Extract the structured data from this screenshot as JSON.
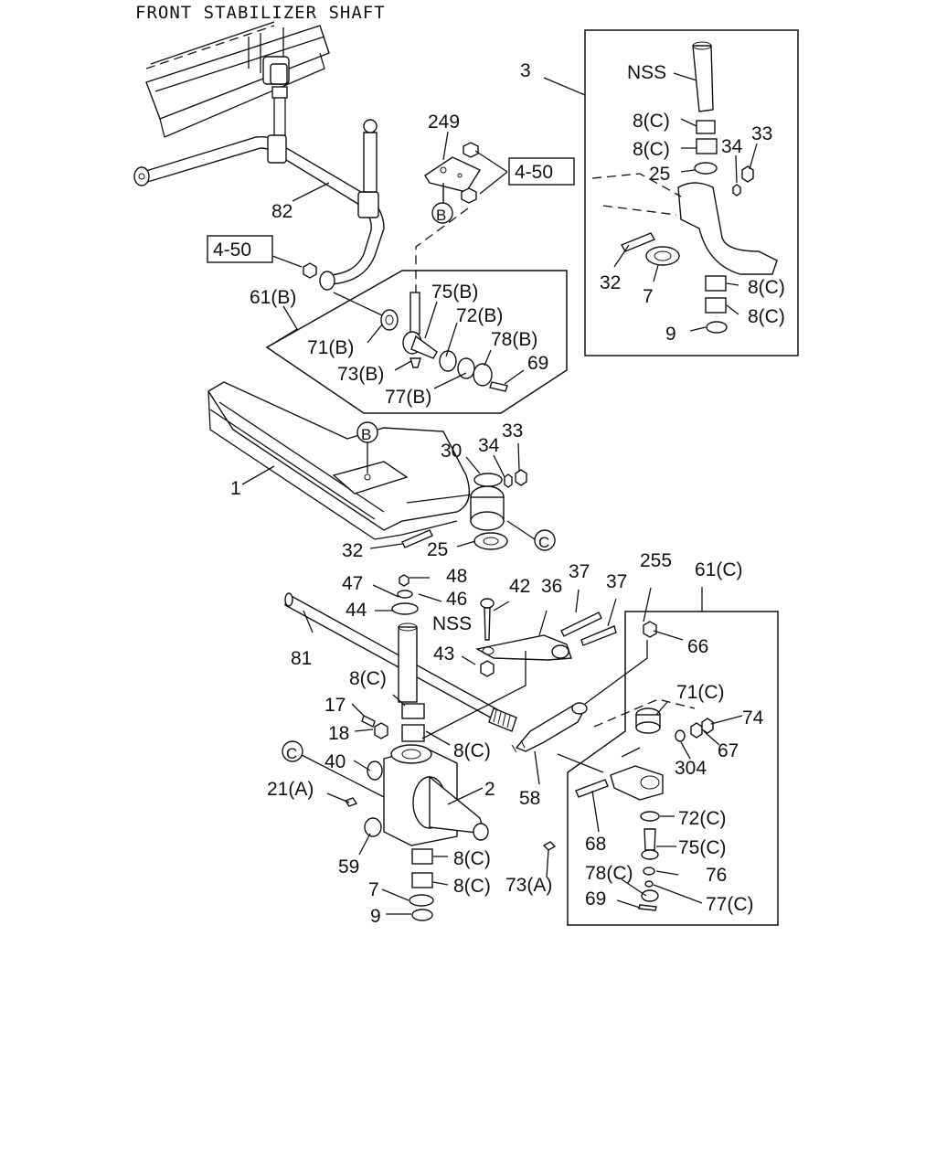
{
  "title": "FRONT STABILIZER SHAFT",
  "labels": {
    "l3": "3",
    "nss_top": "NSS",
    "l8c_1": "8(C)",
    "l8c_2": "8(C)",
    "l34_top": "34",
    "l33_top": "33",
    "l25_top": "25",
    "l32_top": "32",
    "l7_top": "7",
    "l8c_3": "8(C)",
    "l8c_4": "8(C)",
    "l9_top": "9",
    "l249": "249",
    "ref450_a": "4-50",
    "ref450_b": "4-50",
    "lB_a": "B",
    "l82": "82",
    "l61b": "61(B)",
    "l75b": "75(B)",
    "l72b": "72(B)",
    "l71b": "71(B)",
    "l78b": "78(B)",
    "l73b": "73(B)",
    "l69_mid": "69",
    "l77b": "77(B)",
    "l1": "1",
    "lB_b": "B",
    "l30": "30",
    "l34_mid": "34",
    "l33_mid": "33",
    "lC_a": "C",
    "l32_mid": "32",
    "l25_mid": "25",
    "l48": "48",
    "l47": "47",
    "l46": "46",
    "l44": "44",
    "nss_mid": "NSS",
    "l42": "42",
    "l36": "36",
    "l37_a": "37",
    "l37_b": "37",
    "l255": "255",
    "l61c": "61(C)",
    "l66": "66",
    "l81": "81",
    "l43": "43",
    "l8c_5": "8(C)",
    "l71c": "71(C)",
    "l74": "74",
    "l17": "17",
    "l18": "18",
    "l8c_6": "8(C)",
    "l67": "67",
    "l304": "304",
    "lC_b": "C",
    "l40": "40",
    "l21a": "21(A)",
    "l2": "2",
    "l58": "58",
    "l72c": "72(C)",
    "l68": "68",
    "l75c": "75(C)",
    "l59": "59",
    "l8c_7": "8(C)",
    "l73a": "73(A)",
    "l78c": "78(C)",
    "l76": "76",
    "l7_bot": "7",
    "l8c_8": "8(C)",
    "l69_bot": "69",
    "l77c": "77(C)",
    "l9_bot": "9"
  }
}
